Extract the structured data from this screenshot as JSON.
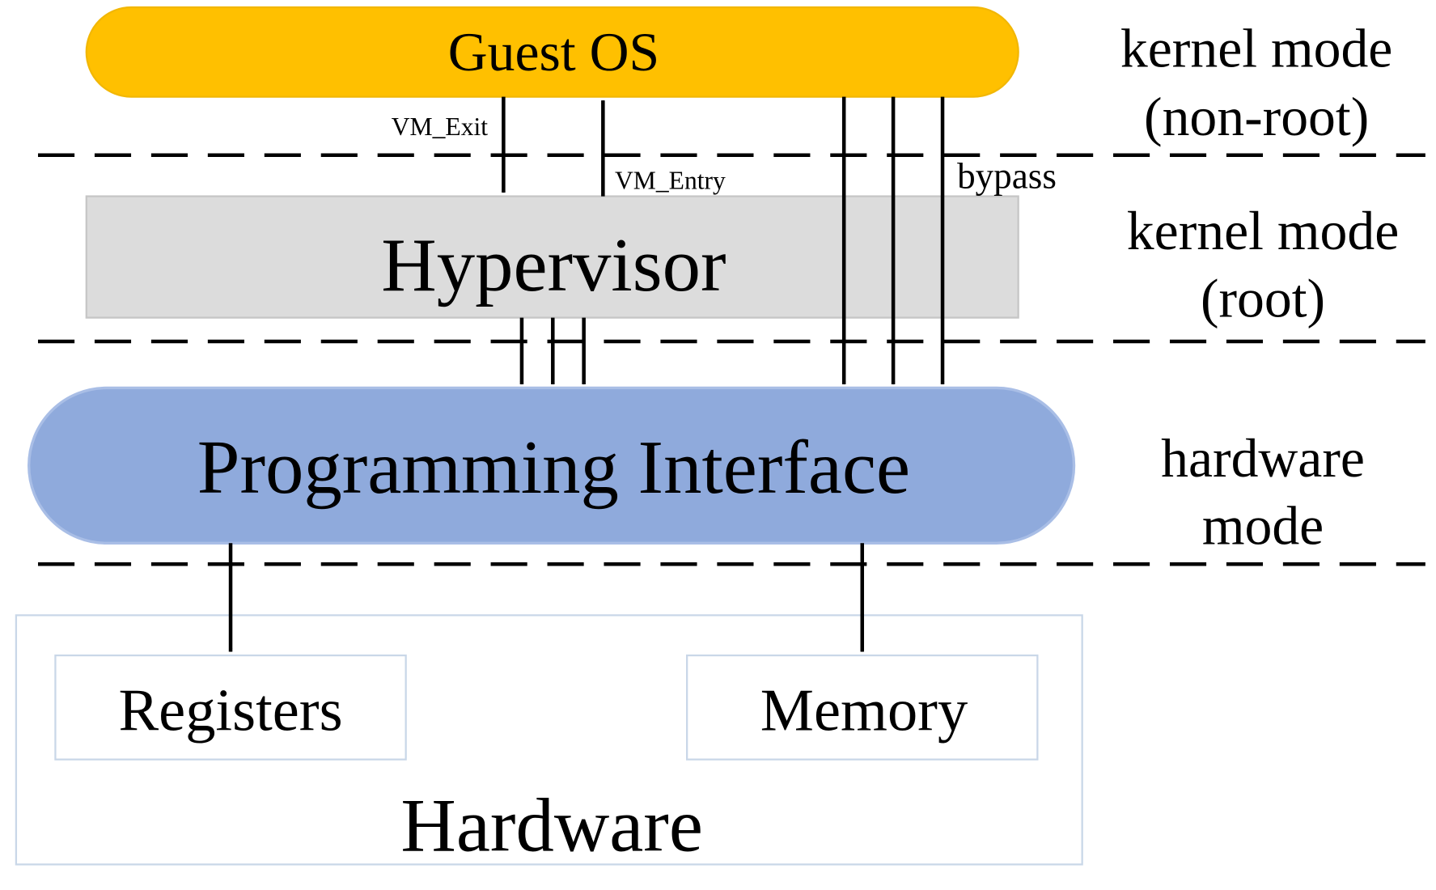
{
  "guest_os": {
    "label": "Guest OS",
    "fill": "#FFC000",
    "stroke": "#F2B705"
  },
  "hypervisor": {
    "label": "Hypervisor",
    "fill": "#DCDCDC",
    "stroke": "#C6C6C6"
  },
  "programming_interface": {
    "label": "Programming Interface",
    "fill": "#8FAADC",
    "stroke": "#A9BEE6"
  },
  "hardware": {
    "label": "Hardware",
    "stroke": "#C9D7E8",
    "registers_label": "Registers",
    "memory_label": "Memory"
  },
  "arrows": {
    "vm_exit_label": "VM_Exit",
    "vm_entry_label": "VM_Entry",
    "bypass_label": "bypass"
  },
  "modes": {
    "guest": {
      "line1": "kernel mode",
      "line2": "(non-root)"
    },
    "root": {
      "line1": "kernel mode",
      "line2": "(root)"
    },
    "hardware": {
      "line1": "hardware",
      "line2": "mode"
    }
  }
}
